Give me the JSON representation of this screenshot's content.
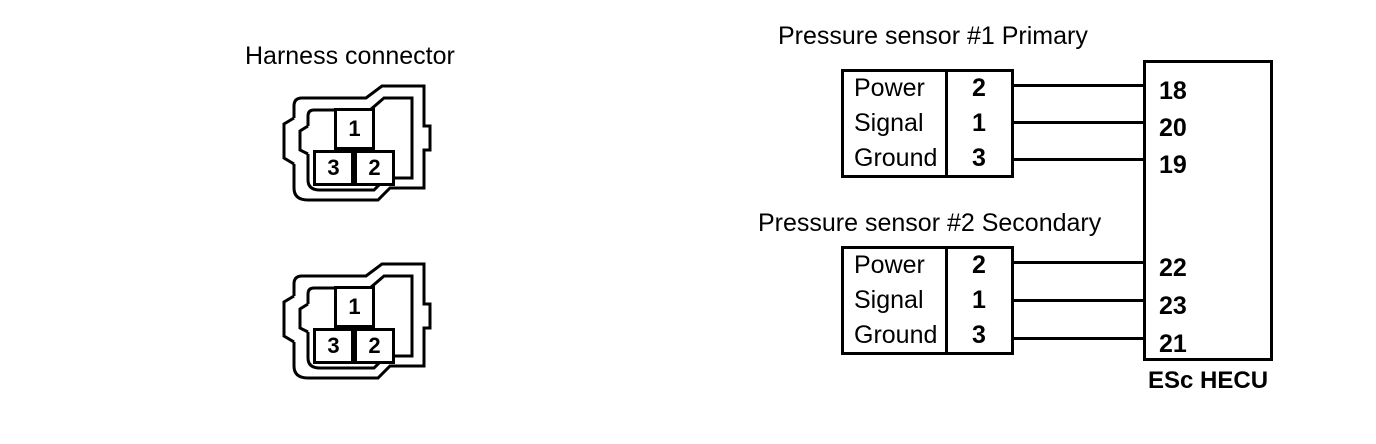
{
  "diagram": {
    "title": "Pressure sensor harness connector and ESc HECU wiring",
    "background_color": "#ffffff",
    "line_color": "#000000"
  },
  "harness": {
    "caption": "Harness connector",
    "connectors": [
      {
        "name": "harness-connector-upper",
        "pins": [
          {
            "position": "top",
            "number": "1"
          },
          {
            "position": "bottom-left",
            "number": "3"
          },
          {
            "position": "bottom-right",
            "number": "2"
          }
        ]
      },
      {
        "name": "harness-connector-lower",
        "pins": [
          {
            "position": "top",
            "number": "1"
          },
          {
            "position": "bottom-left",
            "number": "3"
          },
          {
            "position": "bottom-right",
            "number": "2"
          }
        ]
      }
    ]
  },
  "sensors": [
    {
      "title": "Pressure sensor #1 Primary",
      "rows": [
        {
          "name": "Power",
          "pin": "2",
          "ecu_pin": "18"
        },
        {
          "name": "Signal",
          "pin": "1",
          "ecu_pin": "20"
        },
        {
          "name": "Ground",
          "pin": "3",
          "ecu_pin": "19"
        }
      ]
    },
    {
      "title": "Pressure sensor #2 Secondary",
      "rows": [
        {
          "name": "Power",
          "pin": "2",
          "ecu_pin": "22"
        },
        {
          "name": "Signal",
          "pin": "1",
          "ecu_pin": "23"
        },
        {
          "name": "Ground",
          "pin": "3",
          "ecu_pin": "21"
        }
      ]
    }
  ],
  "ecu": {
    "caption": "ESc HECU",
    "pins": [
      "18",
      "20",
      "19",
      "22",
      "23",
      "21"
    ]
  }
}
